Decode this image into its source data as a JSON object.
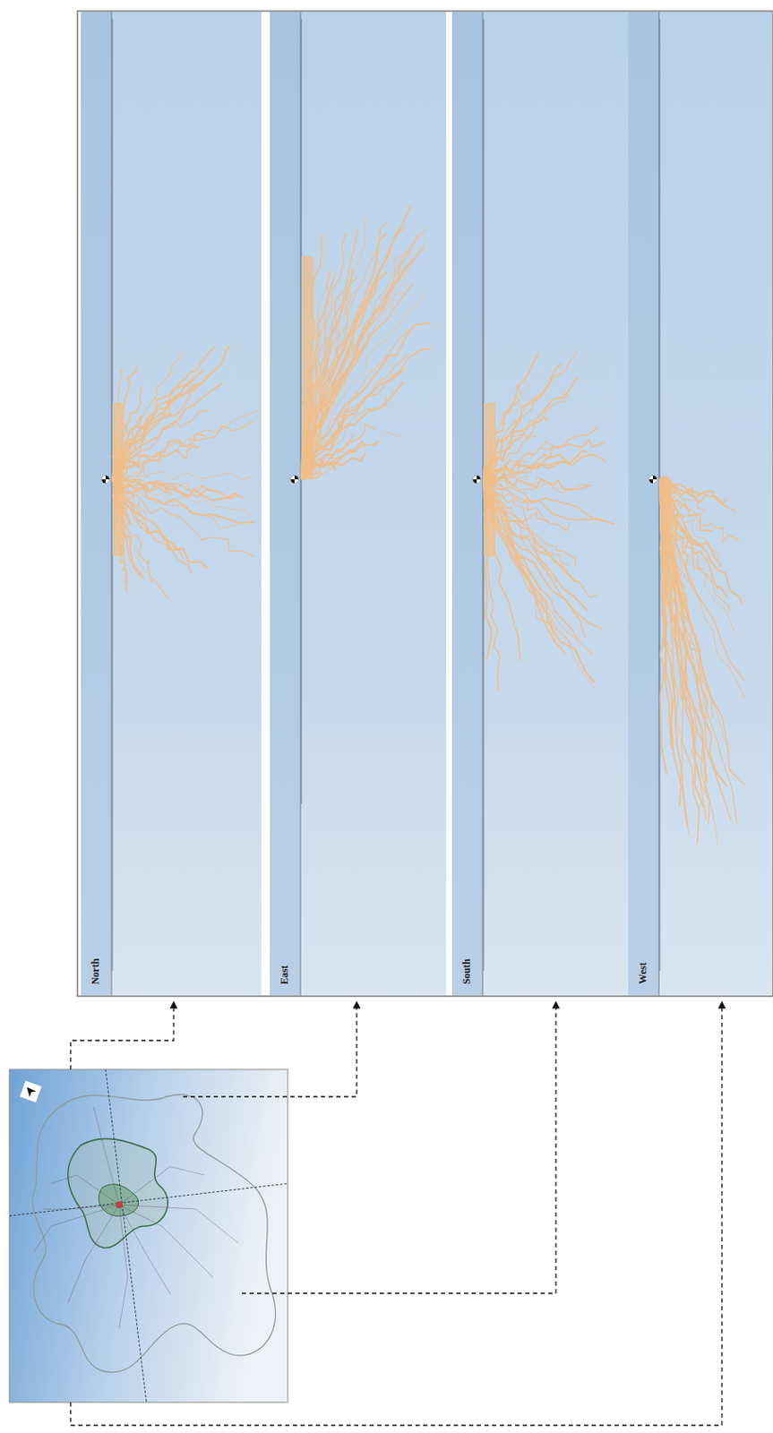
{
  "diagram": {
    "nodes": [
      {
        "text": [
          "North"
        ]
      },
      {
        "text": [
          "East"
        ]
      },
      {
        "text": [
          "South"
        ]
      },
      {
        "text": [
          "West"
        ]
      }
    ]
  }
}
